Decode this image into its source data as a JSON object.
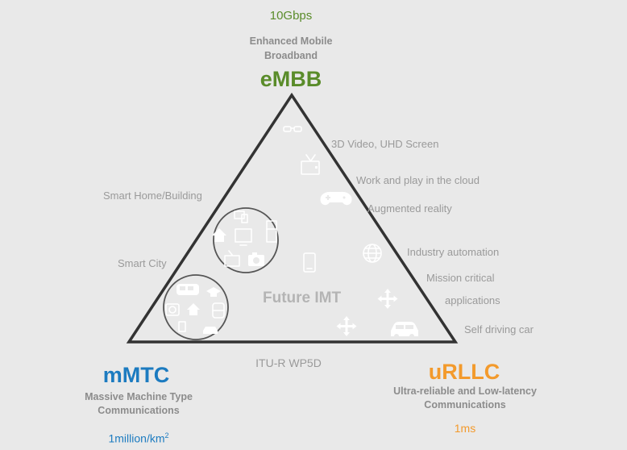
{
  "embb": {
    "speed": "10Gbps",
    "description": "Enhanced Mobile\nBroadband",
    "description_line1": "Enhanced Mobile",
    "description_line2": "Broadband",
    "acronym": "eMBB",
    "color": "#5a8c2a"
  },
  "mmtc": {
    "acronym": "mMTC",
    "description_line1": "Massive Machine Type",
    "description_line2": "Communications",
    "density": "1million/km",
    "density_sup": "2",
    "color": "#1c7bc0"
  },
  "urllc": {
    "acronym": "uRLLC",
    "description_line1": "Ultra-reliable and Low-latency",
    "description_line2": "Communications",
    "latency": "1ms",
    "color": "#f39a2c"
  },
  "center_label": "Future IMT",
  "bottom_label": "ITU-R WP5D",
  "use_cases_right": [
    "3D Video, UHD Screen",
    "Work and play in the cloud",
    "Augmented reality",
    "Industry automation",
    "Mission critical",
    "applications",
    "Self driving car"
  ],
  "use_cases_left": [
    "Smart Home/Building",
    "Smart City"
  ],
  "icons": [
    "3d-glasses-icon",
    "tv-icon",
    "gamepad-icon",
    "globe-icon",
    "smartphone-icon",
    "arrows-move-icon",
    "car-icon",
    "home-icon",
    "monitor-icon",
    "fridge-icon",
    "camera-icon",
    "washing-machine-icon",
    "bus-icon",
    "train-icon",
    "graduation-cap-icon"
  ],
  "colors": {
    "background": "#e9e9e9",
    "triangle_stroke": "#333333",
    "label_gray": "#9a9a9a"
  }
}
